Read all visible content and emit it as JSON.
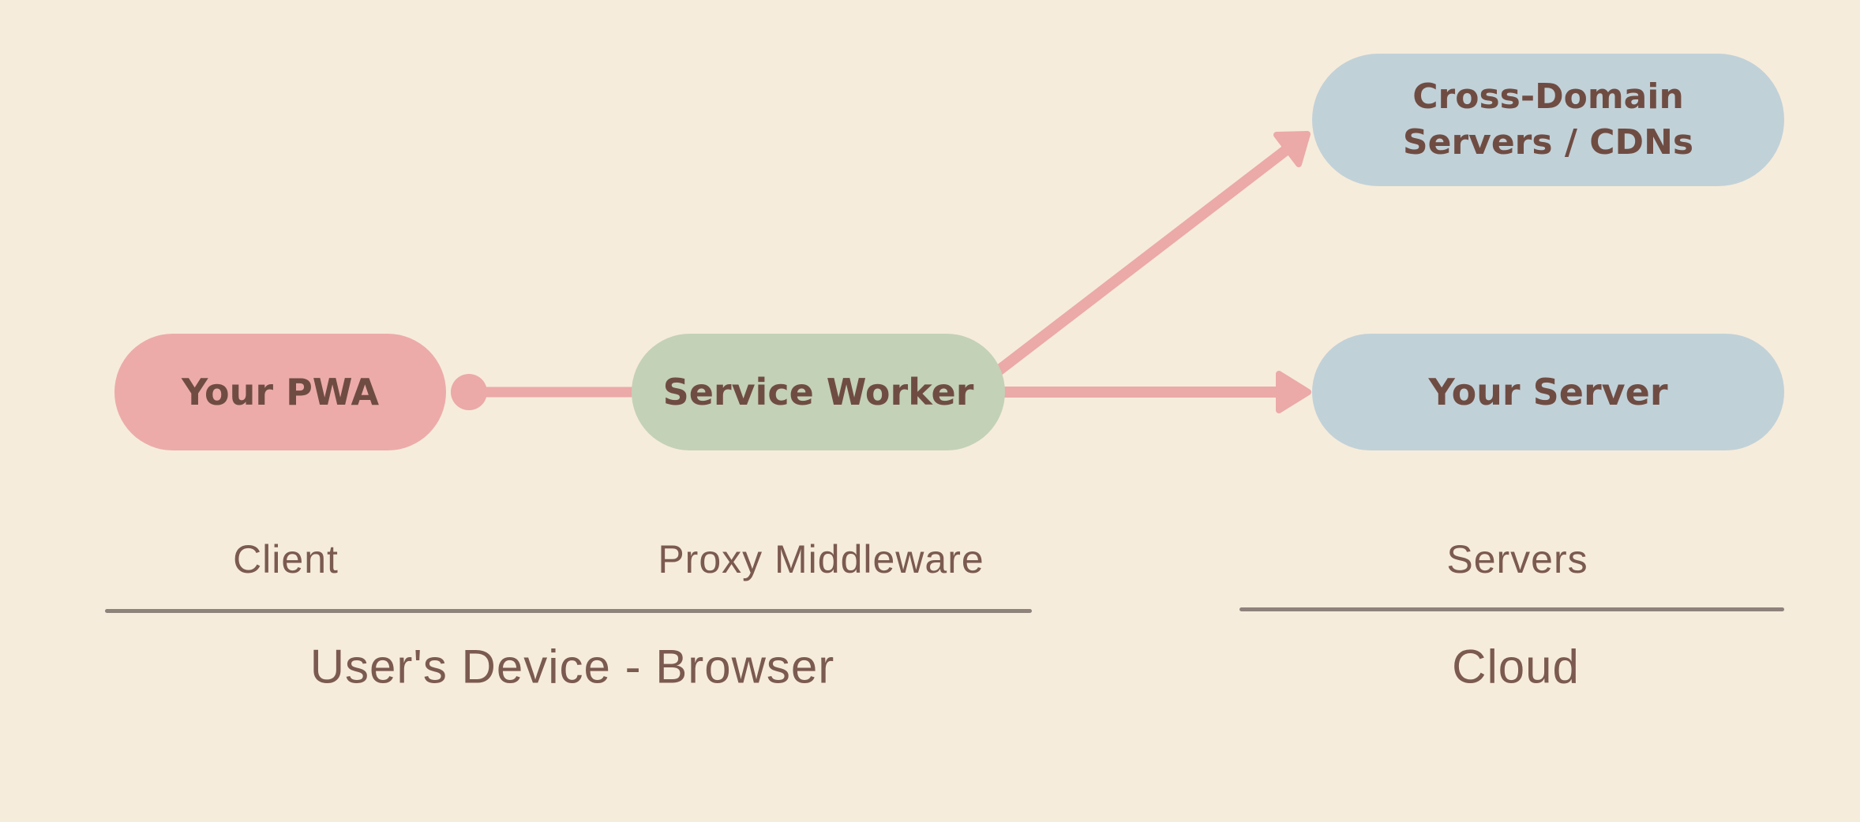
{
  "diagram_title": "",
  "colors": {
    "background": "#f6ecdb",
    "pwa_pill": "#ecaba9",
    "service_worker_pill": "#c3d1b7",
    "server_pills": "#c1d1d8",
    "connector_pink": "#eba9a7",
    "pill_text": "#6f4c42",
    "label_text": "#7b5a50",
    "divider": "#8e827b"
  },
  "nodes": {
    "your_pwa": {
      "label": "Your PWA"
    },
    "service_worker": {
      "label": "Service Worker"
    },
    "cross_domain": {
      "line1": "Cross-Domain",
      "line2": "Servers / CDNs"
    },
    "your_server": {
      "label": "Your Server"
    }
  },
  "edges": [
    {
      "from": "Your PWA",
      "to": "Service Worker",
      "style": "dot-line"
    },
    {
      "from": "Service Worker",
      "to": "Cross-Domain Servers / CDNs",
      "style": "arrow"
    },
    {
      "from": "Service Worker",
      "to": "Your Server",
      "style": "arrow"
    }
  ],
  "labels": {
    "client": "Client",
    "proxy_middleware": "Proxy Middleware",
    "servers": "Servers",
    "device_group": "User's Device - Browser",
    "cloud_group": "Cloud"
  }
}
